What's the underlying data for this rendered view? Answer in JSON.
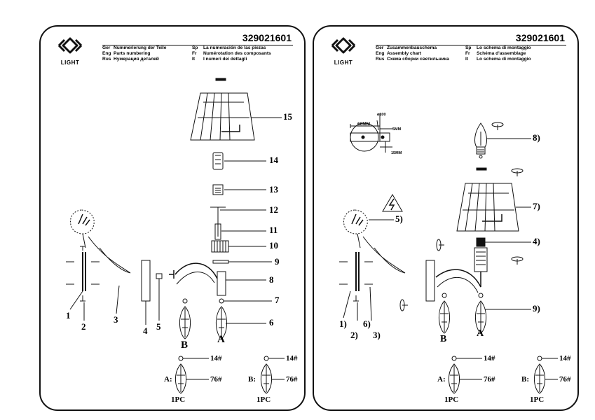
{
  "left_panel": {
    "brand": "LIGHT",
    "doc_number": "329021601",
    "header": {
      "ger_code": "Ger",
      "ger_text": "Nummerierung der Teile",
      "eng_code": "Eng",
      "eng_text": "Parts numbering",
      "rus_code": "Rus",
      "rus_text": "Нумерация деталей",
      "sp_code": "Sp",
      "sp_text": "La numeración de las piezas",
      "fr_code": "Fr",
      "fr_text": "Numérotation des composants",
      "it_code": "It",
      "it_text": "I numeri dei dettagli"
    },
    "labels": {
      "p1": "1",
      "p2": "2",
      "p3": "3",
      "p4": "4",
      "p5": "5",
      "p6": "6",
      "p7": "7",
      "p8": "8",
      "p9": "9",
      "p10": "10",
      "p11": "11",
      "p12": "12",
      "p13": "13",
      "p14": "14",
      "p15": "15",
      "arm_b": "B",
      "arm_a": "A"
    },
    "pendants": {
      "a_prefix": "A:",
      "a_top": "14#",
      "a_bottom": "76#",
      "a_qty": "1PC",
      "b_prefix": "B:",
      "b_top": "14#",
      "b_bottom": "76#",
      "b_qty": "1PC"
    }
  },
  "right_panel": {
    "brand": "LIGHT",
    "doc_number": "329021601",
    "header": {
      "ger_code": "Ger",
      "ger_text": "Zusammenbauschema",
      "eng_code": "Eng",
      "eng_text": "Assembly chart",
      "rus_code": "Rus",
      "rus_text": "Схема сборки светильника",
      "sp_code": "Sp",
      "sp_text": "Lo schema di montaggio",
      "fr_code": "Fr",
      "fr_text": "Schéma d'assemblage",
      "it_code": "It",
      "it_text": "Lo schema di montaggio"
    },
    "bracket_dims": {
      "diameter": "ø100",
      "width": "60MM",
      "small": "5MM",
      "large": "15MM"
    },
    "labels": {
      "s1": "1)",
      "s2": "2)",
      "s3": "3)",
      "s4": "4)",
      "s5": "5)",
      "s6": "6)",
      "s7": "7)",
      "s8": "8)",
      "s9": "9)",
      "arm_b": "B",
      "arm_a": "A"
    },
    "pendants": {
      "a_prefix": "A:",
      "a_top": "14#",
      "a_bottom": "76#",
      "a_qty": "1PC",
      "b_prefix": "B:",
      "b_top": "14#",
      "b_bottom": "76#",
      "b_qty": "1PC"
    }
  },
  "colors": {
    "line": "#111111",
    "paper": "#ffffff"
  }
}
